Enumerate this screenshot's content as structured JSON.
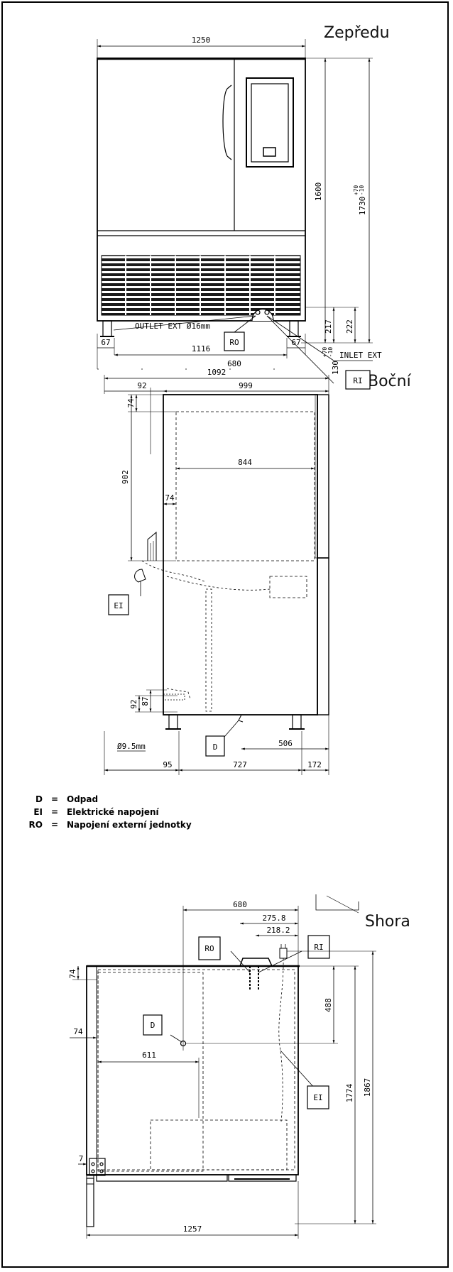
{
  "views": {
    "front_title": "Zepředu",
    "side_title": "Boční",
    "top_title": "Shora"
  },
  "front": {
    "dims": [
      "1250",
      "1600",
      "1730",
      "+70",
      "-10",
      "217",
      "222",
      "67",
      "1116",
      "67",
      "680",
      "130",
      "+70",
      "-10"
    ],
    "labels": {
      "outlet": "OUTLET EXT Ø16mm",
      "inlet": "INLET EXT",
      "ro": "RO",
      "ri": "RI"
    }
  },
  "side": {
    "dims": [
      "1092",
      "92",
      "999",
      "74",
      "844",
      "902",
      "74",
      "92",
      "87",
      "506",
      "95",
      "727",
      "172"
    ],
    "labels": {
      "ei": "EI",
      "d": "D",
      "drain": "Ø9.5mm"
    }
  },
  "legend": [
    {
      "key": "D",
      "eq": "=",
      "text": "Odpad"
    },
    {
      "key": "EI",
      "eq": "=",
      "text": "Elektrické napojení"
    },
    {
      "key": "RO",
      "eq": "=",
      "text": "Napojení externí jednotky"
    }
  ],
  "top": {
    "dims": [
      "680",
      "275.8",
      "218.2",
      "74",
      "74",
      "611",
      "7",
      "488",
      "1774",
      "1867",
      "1257"
    ],
    "labels": {
      "ro": "RO",
      "ri": "RI",
      "d": "D",
      "ei": "EI"
    }
  }
}
